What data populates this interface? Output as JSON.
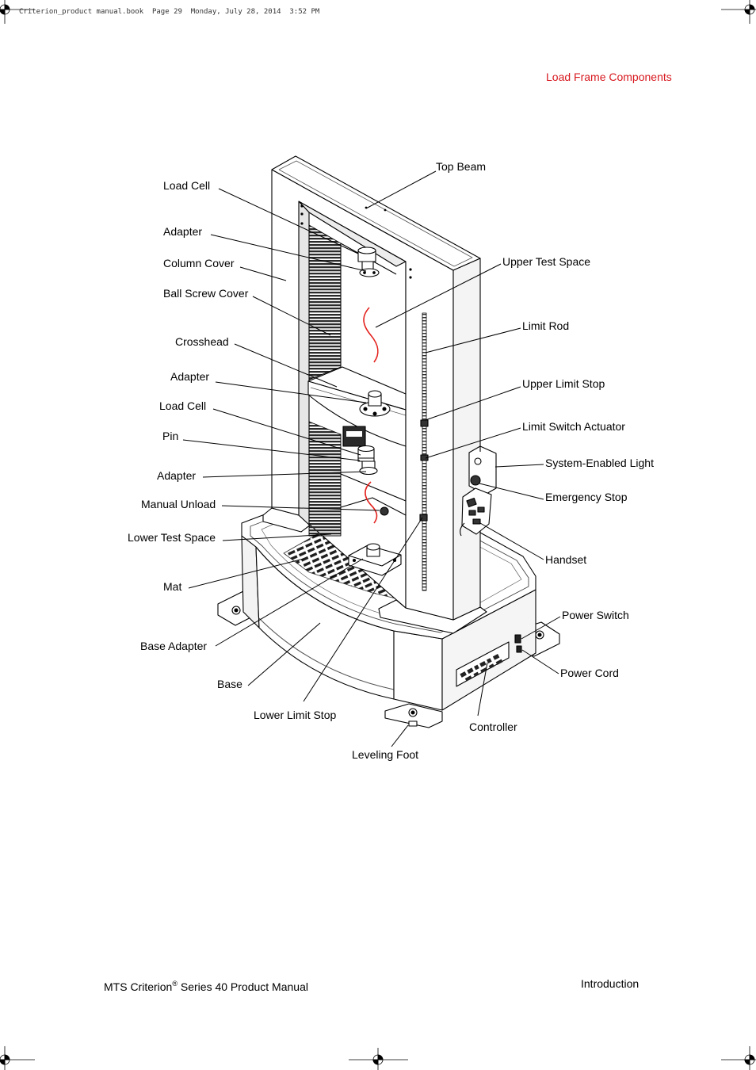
{
  "print_info": "Criterion_product manual.book  Page 29  Monday, July 28, 2014  3:52 PM",
  "header": {
    "section_title": "Load Frame Components",
    "section_title_color": "#d7191f"
  },
  "figure": {
    "labels": {
      "load_cell_upper": "Load Cell",
      "adapter_upper": "Adapter",
      "column_cover": "Column Cover",
      "ball_screw_cover": "Ball Screw Cover",
      "crosshead": "Crosshead",
      "adapter_crosshead": "Adapter",
      "load_cell_lower": "Load Cell",
      "pin": "Pin",
      "adapter_lower": "Adapter",
      "manual_unload": "Manual Unload",
      "lower_test_space": "Lower Test Space",
      "mat": "Mat",
      "base_adapter": "Base Adapter",
      "base": "Base",
      "lower_limit_stop": "Lower Limit Stop",
      "leveling_foot": "Leveling Foot",
      "controller": "Controller",
      "top_beam": "Top Beam",
      "upper_test_space": "Upper Test Space",
      "limit_rod": "Limit Rod",
      "upper_limit_stop": "Upper Limit Stop",
      "limit_switch_actuator": "Limit Switch Actuator",
      "system_enabled_light": "System-Enabled Light",
      "emergency_stop": "Emergency Stop",
      "handset": "Handset",
      "power_switch": "Power Switch",
      "power_cord": "Power Cord"
    },
    "test_space_marker_color": "#e3231f"
  },
  "footer": {
    "manual_title_prefix": "MTS Criterion",
    "manual_title_mark": "®",
    "manual_title_suffix": " Series 40 Product Manual",
    "chapter": "Introduction"
  }
}
